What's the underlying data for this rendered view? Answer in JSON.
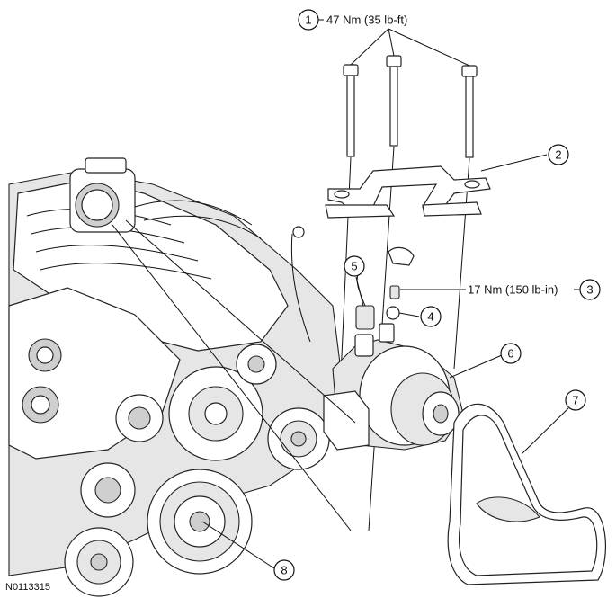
{
  "figure_id": "N0113315",
  "callouts": [
    {
      "num": "1",
      "text": "47 Nm (35 lb-ft)"
    },
    {
      "num": "2",
      "text": ""
    },
    {
      "num": "3",
      "text": "17 Nm (150 lb-in)"
    },
    {
      "num": "4",
      "text": ""
    },
    {
      "num": "5",
      "text": ""
    },
    {
      "num": "6",
      "text": ""
    },
    {
      "num": "7",
      "text": ""
    },
    {
      "num": "8",
      "text": ""
    }
  ]
}
